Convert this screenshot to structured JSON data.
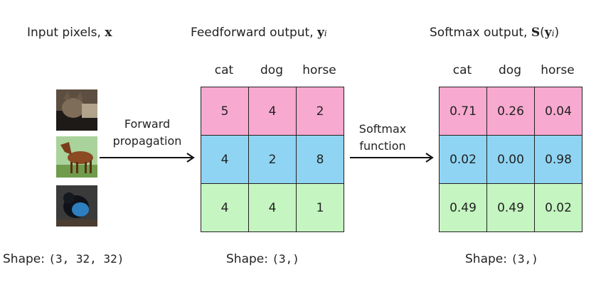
{
  "input": {
    "title": "Input pixels, ",
    "title_symbol": "x",
    "shape_label": "Shape: ",
    "shape_value": "(3, 32, 32)",
    "images": [
      {
        "name": "cat-image",
        "colors": [
          "#6b5a4a",
          "#3a332c",
          "#8c7a64",
          "#1e1a17"
        ]
      },
      {
        "name": "horse-image",
        "colors": [
          "#8b4a22",
          "#5e7a3a",
          "#c7e0b2",
          "#3b2a1a"
        ]
      },
      {
        "name": "dog-image",
        "colors": [
          "#1f2a3a",
          "#2e7fc0",
          "#0c0f14",
          "#5a4a3a"
        ]
      }
    ]
  },
  "feedforward": {
    "title": "Feedforward output, ",
    "title_symbol": "y",
    "title_sub": "i",
    "columns": [
      "cat",
      "dog",
      "horse"
    ],
    "rows": [
      [
        "5",
        "4",
        "2"
      ],
      [
        "4",
        "2",
        "8"
      ],
      [
        "4",
        "4",
        "1"
      ]
    ],
    "shape_label": "Shape: ",
    "shape_value": "(3,)"
  },
  "softmax": {
    "title": "Softmax output, ",
    "title_symbol": "S",
    "title_arg": "y",
    "title_sub": "i",
    "columns": [
      "cat",
      "dog",
      "horse"
    ],
    "rows": [
      [
        "0.71",
        "0.26",
        "0.04"
      ],
      [
        "0.02",
        "0.00",
        "0.98"
      ],
      [
        "0.49",
        "0.49",
        "0.02"
      ]
    ],
    "shape_label": "Shape: ",
    "shape_value": "(3,)"
  },
  "arrows": {
    "forward_line1": "Forward",
    "forward_line2": "propagation",
    "softmax_line1": "Softmax",
    "softmax_line2": "function"
  },
  "colors": {
    "row_pink": "#f7a9cf",
    "row_blue": "#8fd4f2",
    "row_green": "#c5f5c0"
  }
}
